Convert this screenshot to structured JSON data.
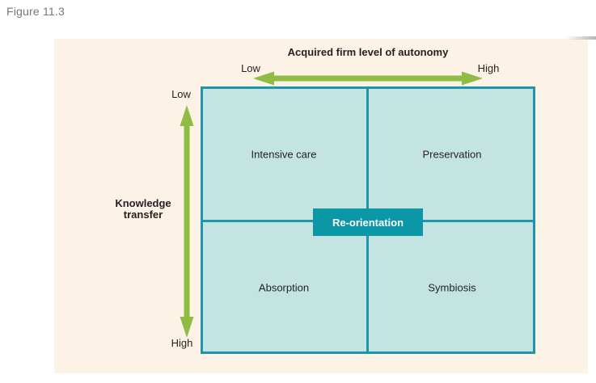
{
  "figure": {
    "label": "Figure 11.3"
  },
  "diagram": {
    "x_axis": {
      "title": "Acquired firm level of autonomy",
      "left_label": "Low",
      "right_label": "High"
    },
    "y_axis": {
      "title_line1": "Knowledge",
      "title_line2": "transfer",
      "top_label": "Low",
      "bottom_label": "High"
    },
    "quadrants": [
      {
        "position": "top-left",
        "label": "Intensive care"
      },
      {
        "position": "top-right",
        "label": "Preservation"
      },
      {
        "position": "bottom-left",
        "label": "Absorption"
      },
      {
        "position": "bottom-right",
        "label": "Symbiosis"
      }
    ],
    "center_box": {
      "label": "Re-orientation"
    },
    "colors": {
      "panel_bg": "#fdf2e6",
      "quadrant_fill": "#c4e4e1",
      "grid_line": "#1f94ad",
      "center_box_bg": "#0b97a6",
      "arrow_green": "#8fbc45",
      "text_dark": "#231f20",
      "figure_label_gray": "#76777a"
    }
  }
}
